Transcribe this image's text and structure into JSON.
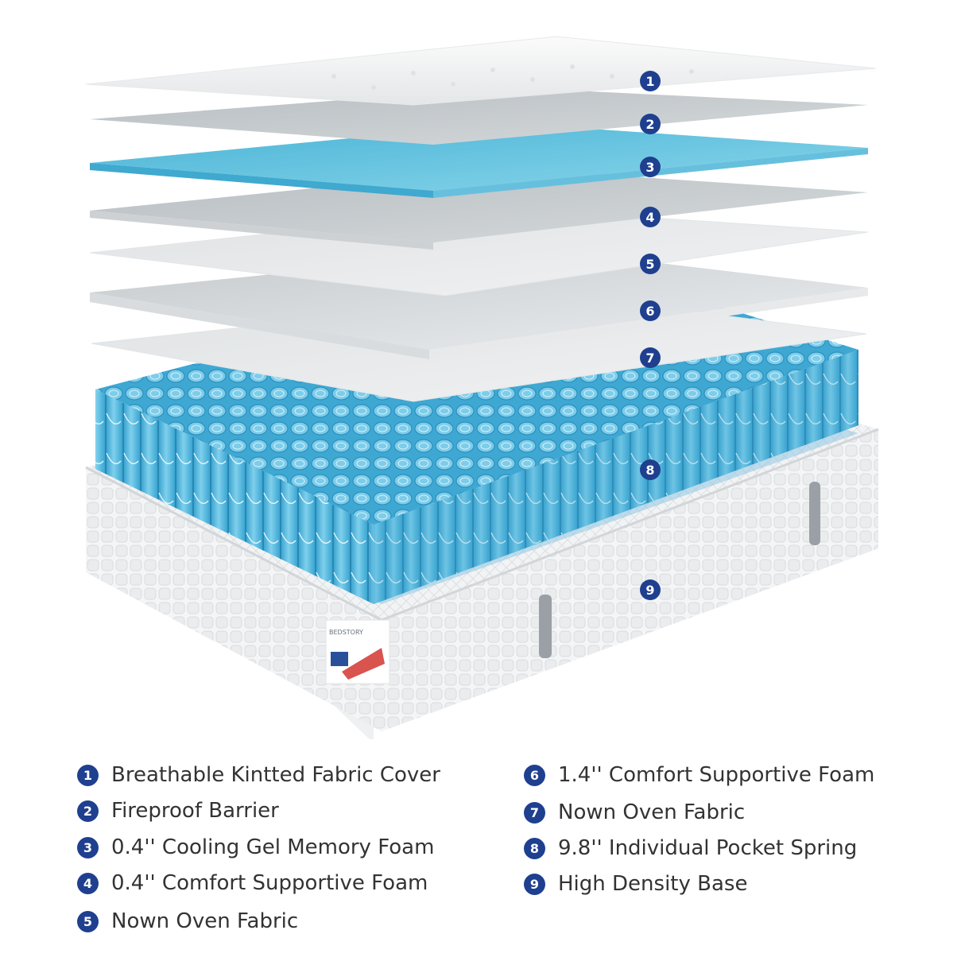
{
  "colors": {
    "accent_navy": "#1f3f8f",
    "spring_blue": "#4fb4dc",
    "gel_blue": "#5cc0dc",
    "layer_gray": "#c7cccf",
    "fabric_white": "#f2f3f4",
    "base_white": "#f7f7f7",
    "text": "#333333"
  },
  "brand": {
    "label": "BEDSTORY"
  },
  "layers": [
    {
      "num": "1",
      "label": "Breathable Kintted Fabric Cover"
    },
    {
      "num": "2",
      "label": "Fireproof Barrier"
    },
    {
      "num": "3",
      "label": "0.4'' Cooling Gel Memory Foam"
    },
    {
      "num": "4",
      "label": "0.4'' Comfort Supportive Foam"
    },
    {
      "num": "5",
      "label": "Nown Oven Fabric"
    },
    {
      "num": "6",
      "label": "1.4'' Comfort Supportive Foam"
    },
    {
      "num": "7",
      "label": "Nown Oven Fabric"
    },
    {
      "num": "8",
      "label": "9.8'' Individual Pocket Spring"
    },
    {
      "num": "9",
      "label": "High Density Base"
    }
  ]
}
